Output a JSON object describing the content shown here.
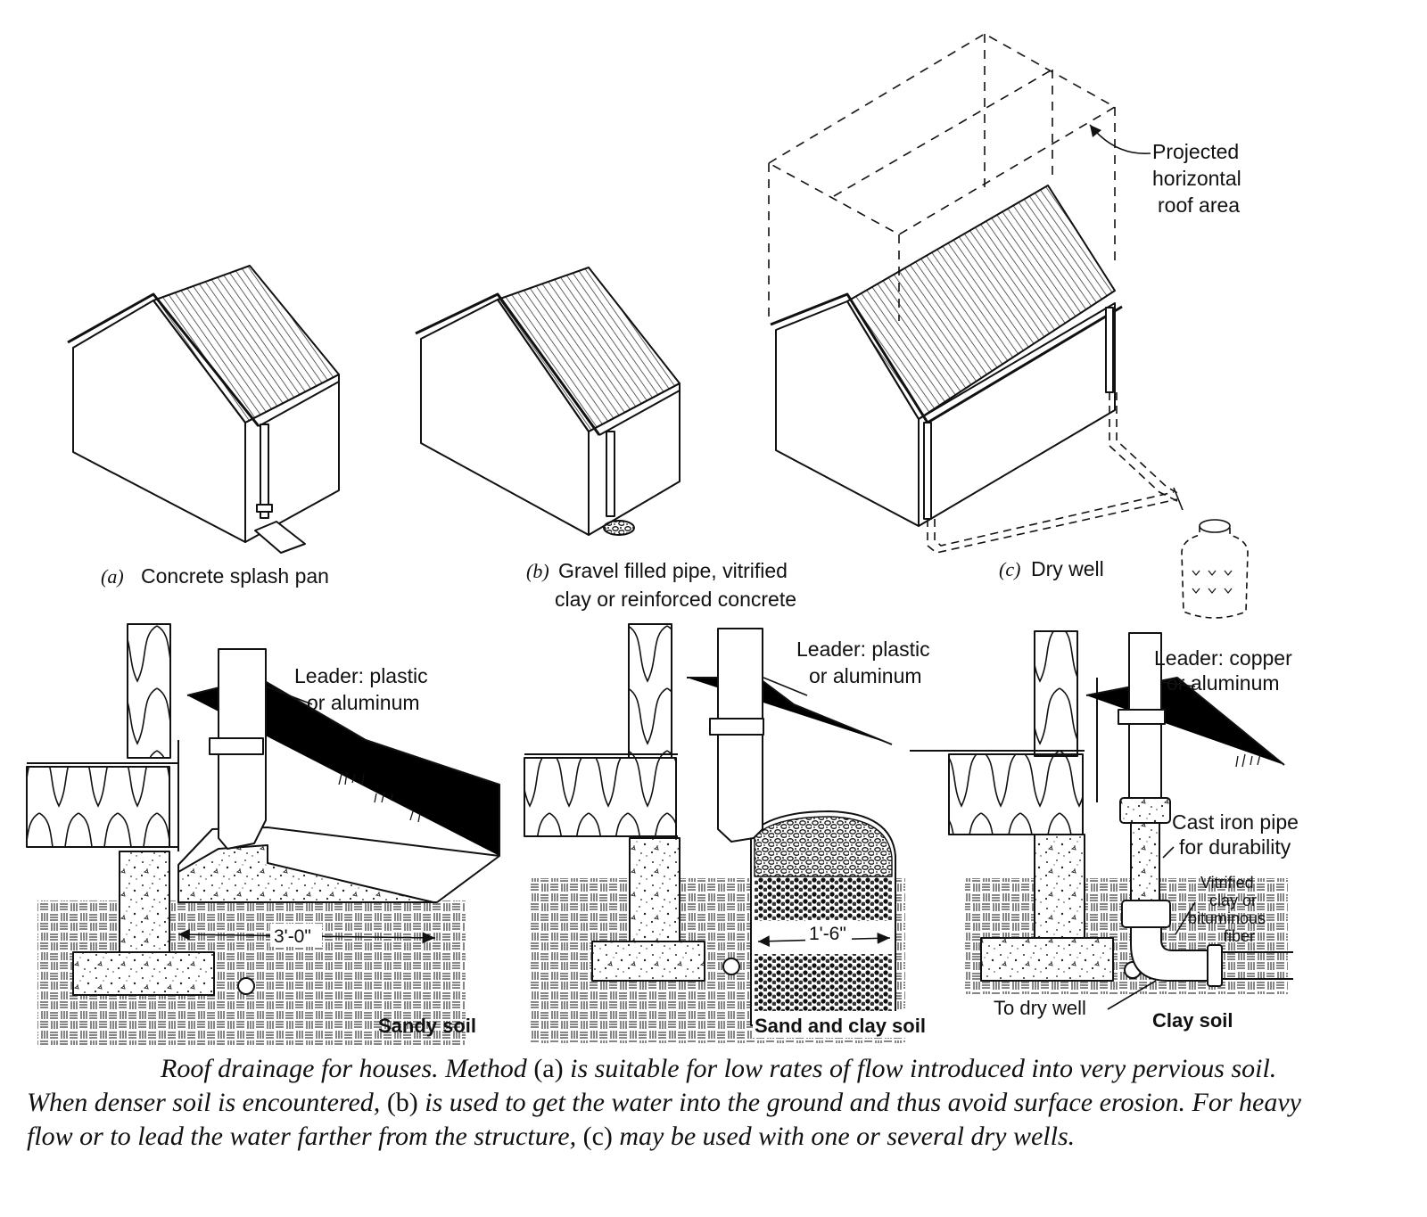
{
  "top_panels": {
    "a": {
      "letter": "(a)",
      "label": "Concrete splash pan"
    },
    "b": {
      "letter": "(b)",
      "label_line1": "Gravel filled pipe, vitrified",
      "label_line2": "clay or reinforced concrete"
    },
    "c": {
      "letter": "(c)",
      "label": "Dry well"
    },
    "roof_area_callout": [
      "Projected",
      "horizontal",
      "roof area"
    ]
  },
  "details": {
    "sandy": {
      "leader_label": [
        "Leader: plastic",
        "or aluminum"
      ],
      "dimension": "3'-0\"",
      "soil_label": "Sandy soil"
    },
    "sand_clay": {
      "leader_label": [
        "Leader: plastic",
        "or aluminum"
      ],
      "dimension": "1'-6\"",
      "soil_label": "Sand and clay soil"
    },
    "clay": {
      "leader_label": [
        "Leader: copper",
        "or aluminum"
      ],
      "pipe_label": [
        "Cast iron pipe",
        "for durability"
      ],
      "fiber_label": [
        "Vitrified",
        "clay or",
        "bituminous",
        "fiber"
      ],
      "to_dry_well": "To dry well",
      "soil_label": "Clay soil"
    }
  },
  "caption": {
    "part1": "Roof drainage for houses. Method ",
    "ref_a": "(a)",
    "part2": " is suitable for low rates of flow introduced into very pervious soil. When denser soil is encountered, ",
    "ref_b": "(b)",
    "part3": " is used to get the water into the ground and thus avoid surface erosion. For heavy flow or to lead the water farther from the structure, ",
    "ref_c": "(c)",
    "part4": " may be used with one or several dry wells."
  }
}
